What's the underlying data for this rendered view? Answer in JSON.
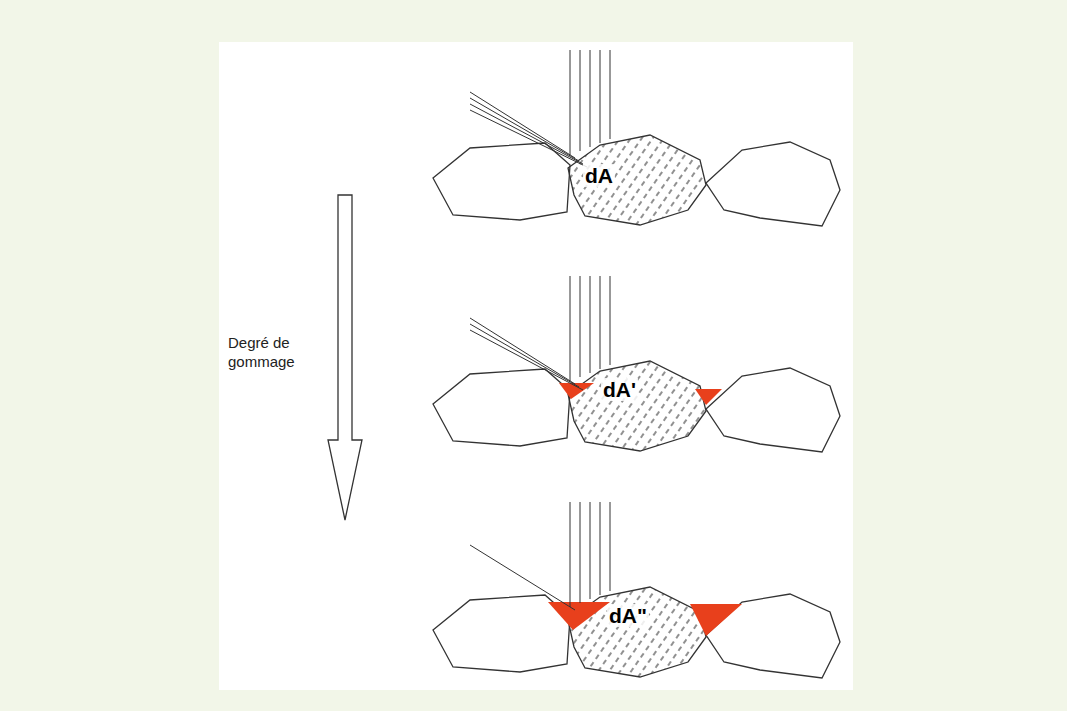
{
  "diagram": {
    "nodes": [
      {
        "text": [
          "dA"
        ]
      },
      {
        "text": [
          "dA'"
        ]
      },
      {
        "text": [
          "dA\""
        ]
      }
    ],
    "labels": [
      "Degré de gommage"
    ]
  }
}
